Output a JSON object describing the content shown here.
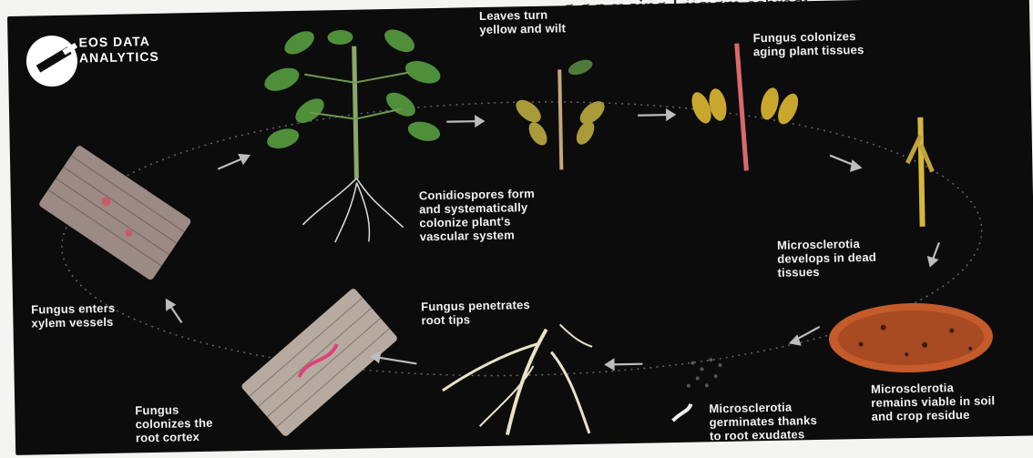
{
  "page_top_text": "...g g p y aing Liicigm eshradi.",
  "brand": {
    "name": "EOS DATA\nANALYTICS"
  },
  "stages": [
    {
      "id": "leaves",
      "text": "Leaves turn\nyellow and wilt"
    },
    {
      "id": "colonizes-aging",
      "text": "Fungus colonizes\naging plant tissues"
    },
    {
      "id": "conidiospores",
      "text": "Conidiospores form\nand systematically\ncolonize plant's\nvascular system"
    },
    {
      "id": "microsclerotia-develops",
      "text": "Microsclerotia\ndevelops in dead\ntissues"
    },
    {
      "id": "enters-xylem",
      "text": "Fungus enters\nxylem vessels"
    },
    {
      "id": "penetrates-root",
      "text": "Fungus penetrates\nroot tips"
    },
    {
      "id": "microsclerotia-viable",
      "text": "Microsclerotia\nremains viable in soil\nand crop residue"
    },
    {
      "id": "colonizes-cortex",
      "text": "Fungus\ncolonizes the\nroot cortex"
    },
    {
      "id": "germinates",
      "text": "Microsclerotia\ngerminates thanks\nto root exudates"
    }
  ],
  "colors": {
    "background": "#0c0c0c",
    "text": "#f2f2f2",
    "arrow": "#bdbdbd",
    "leaf_green": "#4f8f3a",
    "leaf_yellow": "#c9a72e",
    "stem_infected": "#d96a6a",
    "soil": "#c55a2a",
    "root": "#e8e2c8"
  }
}
